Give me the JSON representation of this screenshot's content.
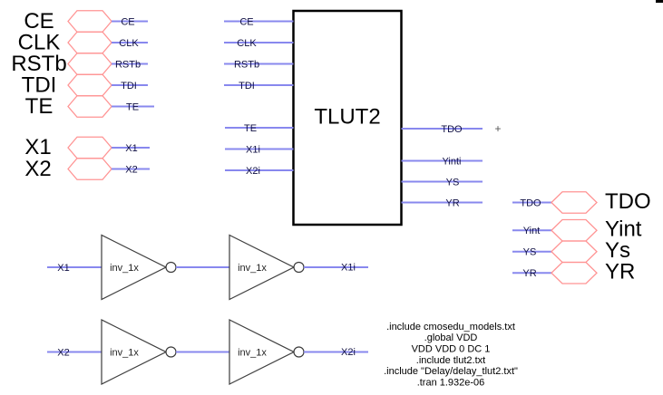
{
  "schematic": {
    "block": {
      "name": "TLUT2"
    },
    "left_exports": [
      {
        "label": "CE",
        "net": "CE"
      },
      {
        "label": "CLK",
        "net": "CLK"
      },
      {
        "label": "RSTb",
        "net": "RSTb"
      },
      {
        "label": "TDI",
        "net": "TDI"
      },
      {
        "label": "TE",
        "net": "TE"
      }
    ],
    "x_exports": [
      {
        "label": "X1",
        "net": "X1"
      },
      {
        "label": "X2",
        "net": "X2"
      }
    ],
    "block_inputs_top": [
      "CE",
      "CLK",
      "RSTb",
      "TDI"
    ],
    "block_inputs_bottom": [
      "TE",
      "X1i",
      "X2i"
    ],
    "block_outputs": [
      "TDO",
      "Yinti",
      "YS",
      "YR"
    ],
    "plus_marker": "+",
    "output_exports": [
      {
        "net": "TDO",
        "label": "TDO"
      },
      {
        "net": "Yint",
        "label": "Yint"
      },
      {
        "net": "YS",
        "label": "Ys"
      },
      {
        "net": "YR",
        "label": "YR"
      }
    ],
    "inverters": {
      "cell_name": "inv_1x",
      "rows": [
        {
          "input_net": "X1",
          "output_net": "X1i"
        },
        {
          "input_net": "X2",
          "output_net": "X2i"
        }
      ]
    },
    "spice_directives": [
      ".include cmosedu_models.txt",
      ".global VDD",
      "VDD VDD 0 DC 1",
      ".include tlut2.txt",
      ".include \"Delay/delay_tlut2.txt\"",
      ".tran 1.932e-06"
    ],
    "colors": {
      "wire": "#8888ee",
      "export_outline": "#ff9494",
      "net_label": "#101044",
      "block_outline": "#000000"
    }
  }
}
